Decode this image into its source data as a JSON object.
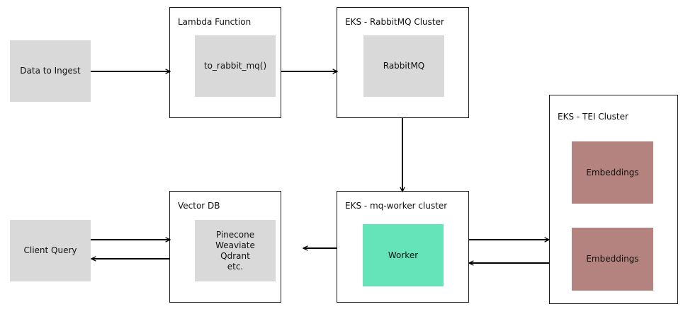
{
  "nodes": {
    "data_to_ingest": "Data to Ingest",
    "client_query": "Client Query",
    "to_rabbit_mq": "to_rabbit_mq()",
    "rabbitmq": "RabbitMQ",
    "worker": "Worker",
    "vector_db_options": "Pinecone\nWeaviate\nQdrant\netc.",
    "embeddings_1": "Embeddings",
    "embeddings_2": "Embeddings"
  },
  "containers": {
    "lambda": "Lambda Function",
    "rabbitmq_cluster": "EKS - RabbitMQ Cluster",
    "vector_db": "Vector DB",
    "mq_worker_cluster": "EKS - mq-worker cluster",
    "tei_cluster": "EKS - TEI Cluster"
  },
  "colors": {
    "node_gray": "#d9d9d9",
    "worker_green": "#64e4b8",
    "embeddings_rose": "#b5837f",
    "stroke": "#000000"
  },
  "edges": [
    {
      "from": "data_to_ingest",
      "to": "lambda"
    },
    {
      "from": "lambda",
      "to": "rabbitmq_cluster"
    },
    {
      "from": "rabbitmq_cluster",
      "to": "mq_worker_cluster"
    },
    {
      "from": "mq_worker_cluster",
      "to": "vector_db"
    },
    {
      "from": "mq_worker_cluster",
      "to": "tei_cluster"
    },
    {
      "from": "tei_cluster",
      "to": "mq_worker_cluster"
    },
    {
      "from": "client_query",
      "to": "vector_db"
    },
    {
      "from": "vector_db",
      "to": "client_query"
    }
  ]
}
